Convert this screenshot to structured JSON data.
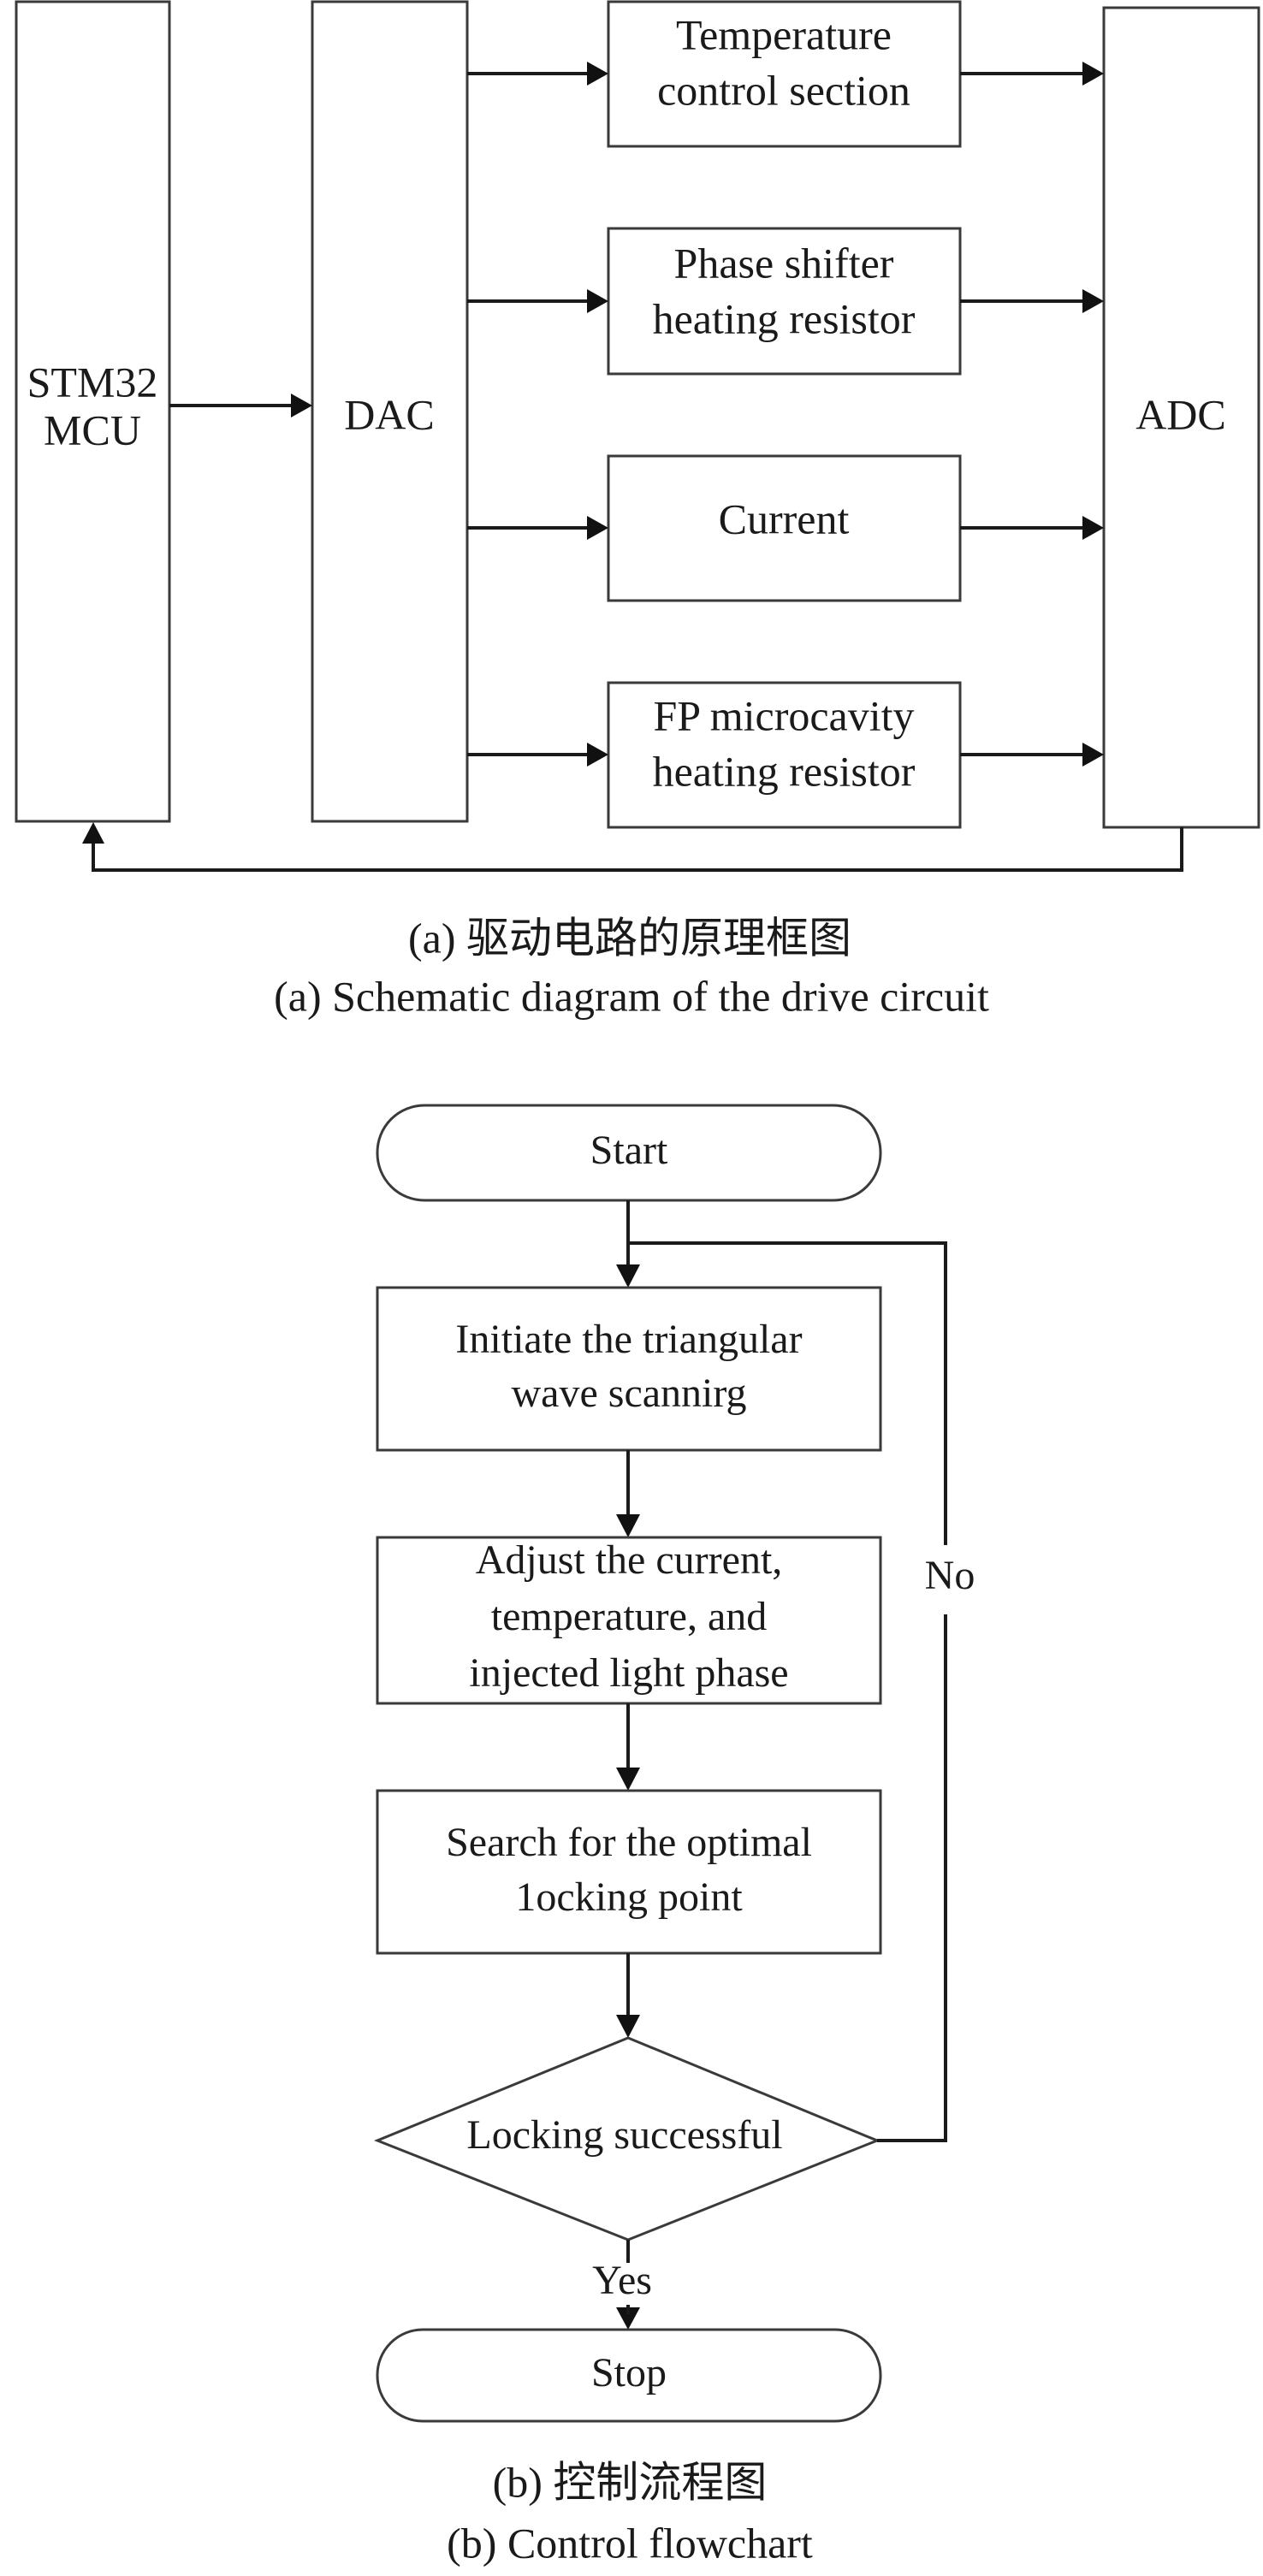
{
  "figure_a": {
    "blocks": {
      "mcu": [
        "STM32",
        "MCU"
      ],
      "dac": [
        "DAC"
      ],
      "adc": [
        "ADC"
      ],
      "temperature": [
        "Temperature",
        "control section"
      ],
      "phase_shifter": [
        "Phase shifter",
        "heating resistor"
      ],
      "current": [
        "Current"
      ],
      "fp_microcavity": [
        "FP microcavity",
        "heating resistor"
      ]
    },
    "caption_zh": "(a) 驱动电路的原理框图",
    "caption_en": "(a) Schematic diagram of the drive circuit"
  },
  "figure_b": {
    "start": "Start",
    "step1": [
      "Initiate the triangular",
      "wave scannirg"
    ],
    "step2": [
      "Adjust the current,",
      "temperature, and",
      "injected light phase"
    ],
    "step3": [
      "Search for the optimal",
      "1ocking point"
    ],
    "decision": "Locking successful",
    "no_label": "No",
    "yes_label": "Yes",
    "stop": "Stop",
    "caption_zh": "(b) 控制流程图",
    "caption_en": "(b) Control flowchart"
  }
}
